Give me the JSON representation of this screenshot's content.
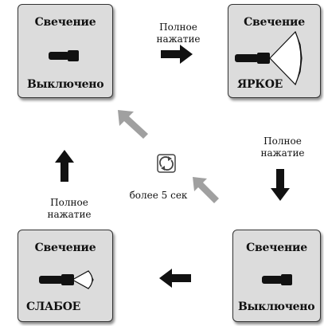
{
  "states": {
    "top_left": {
      "title": "Свечение",
      "status": "Выключено",
      "icon": "flashlight-off-icon"
    },
    "top_right": {
      "title": "Свечение",
      "status": "ЯРКОЕ",
      "icon": "flashlight-bright-icon"
    },
    "bottom_right": {
      "title": "Свечение",
      "status": "Выключено",
      "icon": "flashlight-off-icon"
    },
    "bottom_left": {
      "title": "Свечение",
      "status": "СЛАБОЕ",
      "icon": "flashlight-dim-icon"
    }
  },
  "transitions": {
    "top": {
      "line1": "Полное",
      "line2": "нажатие",
      "direction": "right",
      "color": "#111111"
    },
    "right": {
      "line1": "Полное",
      "line2": "нажатие",
      "direction": "down",
      "color": "#111111"
    },
    "bottom": {
      "direction": "left",
      "color": "#111111"
    },
    "left": {
      "line1": "Полное",
      "line2": "нажатие",
      "direction": "up",
      "color": "#111111"
    },
    "hold": {
      "label": "более 5 сек",
      "icon": "rotate-icon",
      "direction": "up-left",
      "color": "#a0a0a0"
    }
  },
  "colors": {
    "card_fill": "#dcdcdc",
    "beam_fill": "#ffffff",
    "primary_arrow": "#111111",
    "hold_arrow": "#a0a0a0"
  }
}
